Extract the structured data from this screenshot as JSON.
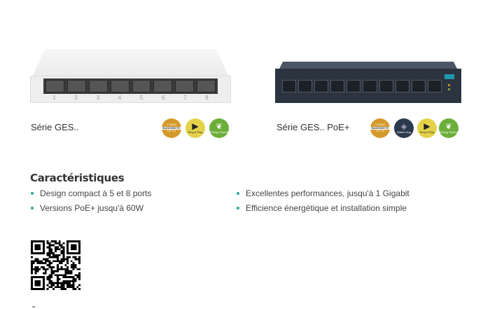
{
  "products": [
    {
      "name": "Série GES..",
      "port_numbers": [
        "1",
        "2",
        "3",
        "4",
        "5",
        "6",
        "7",
        "8"
      ],
      "badges": [
        {
          "icon": "bandwidth-badge-icon",
          "top": "1 Gbit/s",
          "mid": "BANDWIDTH",
          "bottom": "UP TO"
        },
        {
          "icon": "plug-play-badge-icon",
          "label": "Plug & Play"
        },
        {
          "icon": "energy-saving-badge-icon",
          "label": "Energy Saving"
        }
      ]
    },
    {
      "name": "Série GES.. PoE+",
      "badges": [
        {
          "icon": "bandwidth-badge-icon",
          "top": "1 Gbit/s",
          "mid": "BANDWIDTH",
          "bottom": "UP TO"
        },
        {
          "icon": "watch-dog-badge-icon",
          "label": "Watch Dog"
        },
        {
          "icon": "plug-play-badge-icon",
          "label": "Plug & Play"
        },
        {
          "icon": "energy-saving-badge-icon",
          "label": "Energy Saving"
        }
      ]
    }
  ],
  "features": {
    "title": "Caractéristiques",
    "items": [
      "Design compact à 5 et 8 ports",
      "Versions PoE+ jusqu'à 60W",
      "Excellentes performances, jusqu'à 1 Gigabit",
      "Efficience énergétique et installation simple"
    ]
  },
  "colors": {
    "accent": "#2aa89a",
    "bandwidth": "#d49a2a",
    "plug_play": "#e4d24a",
    "energy": "#6cae3a",
    "watch_dog": "#2d3a4e"
  }
}
